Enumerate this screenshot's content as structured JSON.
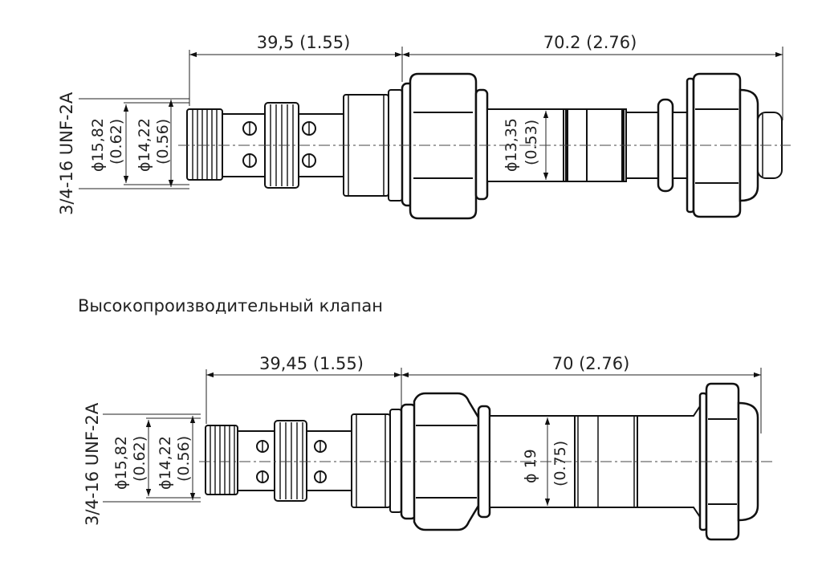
{
  "top_diagram": {
    "dim_length_a": "39,5 (1.55)",
    "dim_length_b": "70.2 (2.76)",
    "thread_label": "3/4-16 UNF-2A",
    "dia_outer": "ϕ15,82",
    "dia_outer_in": "(0.62)",
    "dia_inner": "ϕ14,22",
    "dia_inner_in": "(0.56)",
    "dia_stem": "ϕ13,35",
    "dia_stem_in": "(0.53)"
  },
  "caption": "Высокопроизводительный клапан",
  "bottom_diagram": {
    "dim_length_a": "39,45 (1.55)",
    "dim_length_b": "70 (2.76)",
    "thread_label": "3/4-16 UNF-2A",
    "dia_outer": "ϕ15,82",
    "dia_outer_in": "(0.62)",
    "dia_inner": "ϕ14,22",
    "dia_inner_in": "(0.56)",
    "dia_body": "ϕ 19",
    "dia_body_in": "(0.75)"
  }
}
